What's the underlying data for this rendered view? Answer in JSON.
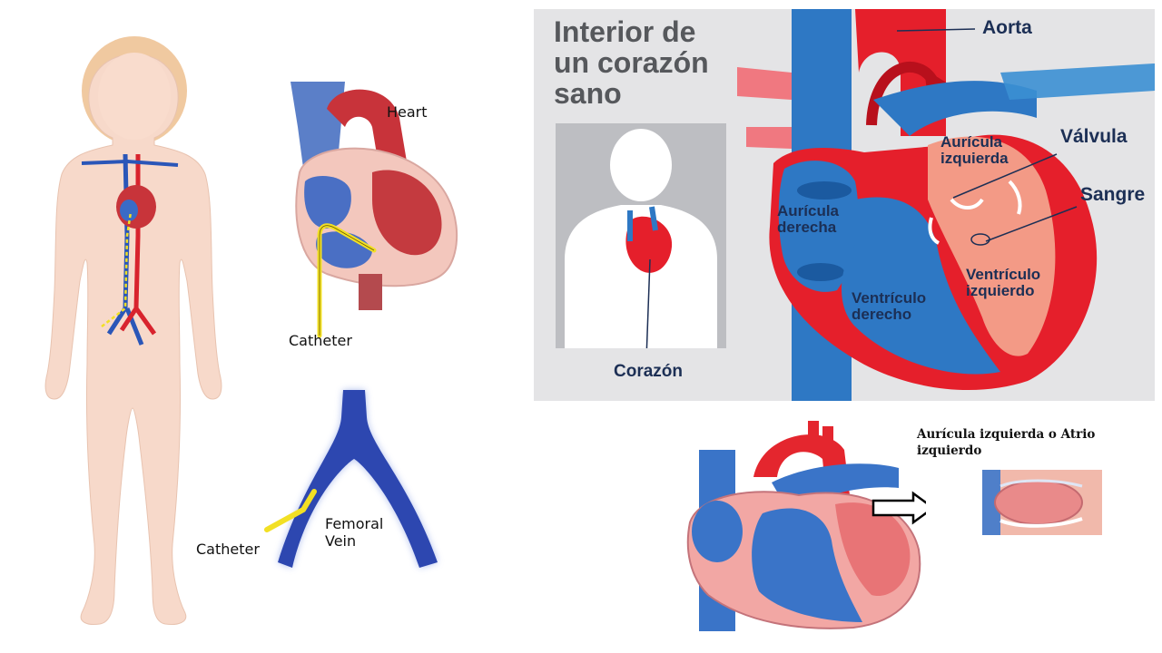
{
  "panel_body": {},
  "panel_heart_cath": {
    "heart_label": "Heart",
    "catheter_label": "Catheter"
  },
  "panel_vein": {
    "catheter_label": "Catheter",
    "vein_label": "Femoral Vein"
  },
  "panel_spanish": {
    "title": "Interior de un corazón sano",
    "labels": {
      "aorta": "Aorta",
      "valvula": "Válvula",
      "sangre": "Sangre",
      "auricula_izquierda": "Aurícula izquierda",
      "auricula_derecha": "Aurícula derecha",
      "ventriculo_izquierdo": "Ventrículo izquierdo",
      "ventriculo_derecho": "Ventrículo derecho",
      "corazon": "Corazón"
    }
  },
  "panel_atrium": {
    "caption": "Aurícula izquierda o Atrio izquierdo"
  },
  "colors": {
    "skin": "#f6d8c8",
    "blue": "#2e78c4",
    "red": "#e51f2b",
    "gray_bg": "#e4e4e6",
    "catheter": "#f2e024"
  }
}
